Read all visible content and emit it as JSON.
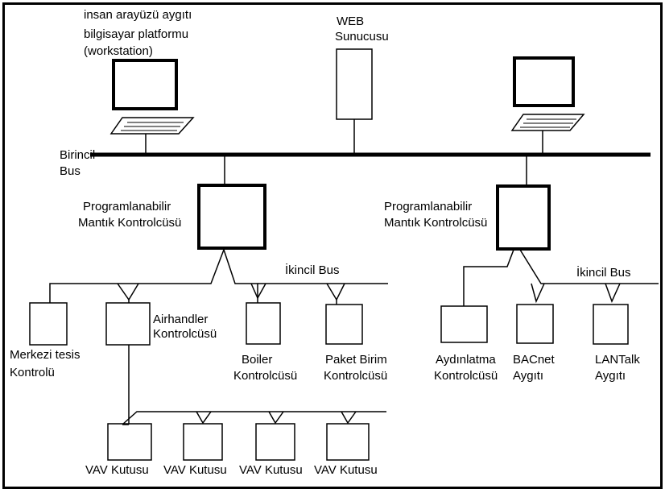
{
  "labels": {
    "workstation_l1": "insan arayüzü aygıtı",
    "workstation_l2": "bilgisayar platformu",
    "workstation_l3": "(workstation)",
    "web_l1": "WEB",
    "web_l2": "Sunucusu",
    "primary_bus_l1": "Birincil",
    "primary_bus_l2": "Bus",
    "plc_left_l1": "Programlanabilir",
    "plc_left_l2": "Mantık Kontrolcüsü",
    "plc_right_l1": "Programlanabilir",
    "plc_right_l2": "Mantık Kontrolcüsü",
    "secondary_bus_left": "İkincil Bus",
    "secondary_bus_right": "İkincil Bus",
    "central_l1": "Merkezi tesis",
    "central_l2": "Kontrolü",
    "airhandler_l1": "Airhandler",
    "airhandler_l2": "Kontrolcüsü",
    "boiler_l1": "Boiler",
    "boiler_l2": "Kontrolcüsü",
    "package_l1": "Paket Birim",
    "package_l2": "Kontrolcüsü",
    "lighting_l1": "Aydınlatma",
    "lighting_l2": "Kontrolcüsü",
    "bacnet_l1": "BACnet",
    "bacnet_l2": "Aygıtı",
    "lantalk_l1": "LANTalk",
    "lantalk_l2": "Aygıtı",
    "vav_1": "VAV Kutusu",
    "vav_2": "VAV Kutusu",
    "vav_3": "VAV Kutusu",
    "vav_4": "VAV Kutusu"
  }
}
